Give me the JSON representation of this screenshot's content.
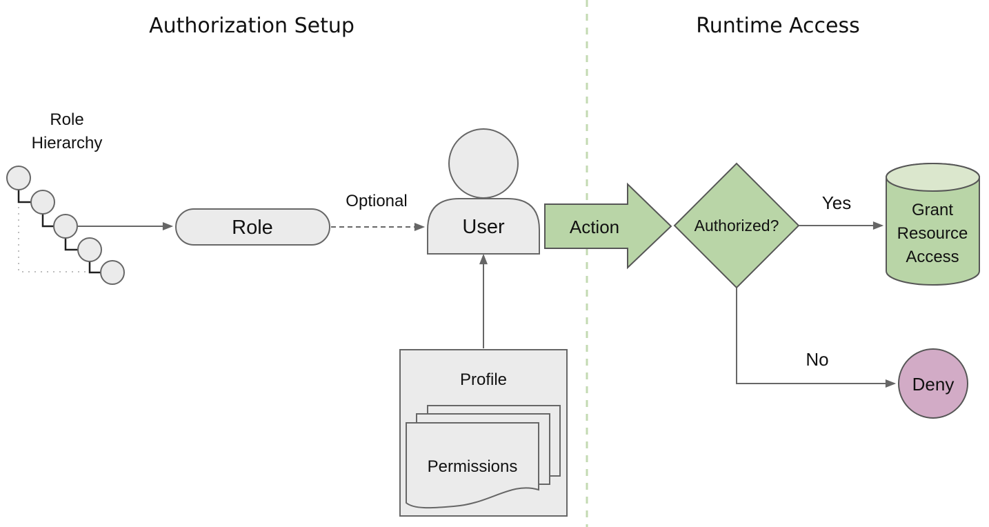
{
  "diagram": {
    "section_left_title": "Authorization Setup",
    "section_right_title": "Runtime Access",
    "role_hierarchy_label": [
      "Role",
      "Hierarchy"
    ],
    "edge_labels": {
      "optional": "Optional",
      "action": "Action",
      "yes": "Yes",
      "no": "No"
    },
    "nodes": {
      "role": "Role",
      "user": "User",
      "authorized": "Authorized?",
      "grant_lines": [
        "Grant",
        "Resource",
        "Access"
      ],
      "deny": "Deny",
      "profile": "Profile",
      "permissions": "Permissions"
    },
    "colors": {
      "green_fill": "#b9d5a7",
      "green_top": "#dbe7cd",
      "gray_fill": "#ebebeb",
      "deny_fill": "#d2abc6",
      "divider": "#c3dab2"
    }
  }
}
